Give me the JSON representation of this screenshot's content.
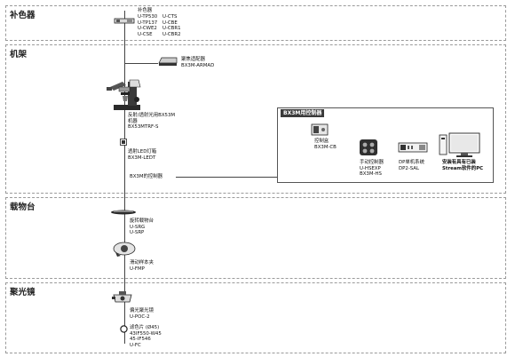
{
  "sections": {
    "compensator": "补色器",
    "frame": "机架",
    "stage": "载物台",
    "condenser": "聚光镜"
  },
  "compensator": {
    "name": "补色器",
    "codes": [
      "U-TP530",
      "U-CTS",
      "U-TP137",
      "U-CBE",
      "U-CWE2",
      "U-CBR1",
      "U-CSE",
      "U-CBR2"
    ]
  },
  "frame": {
    "adapter": {
      "name": "聚焦适配器",
      "model": "BX3M-ARMAD"
    },
    "microscope": {
      "name1": "反射/透射光用BX53M",
      "name2": "机器",
      "model": "BX53MTRF-S"
    },
    "led": {
      "name": "透射LED灯箱",
      "model": "BX3M-LEDT"
    },
    "controller_link": "BX3M的控制器"
  },
  "controller": {
    "title": "BX3M用控制器",
    "box": {
      "name": "控制盒",
      "model": "BX3M-CB"
    },
    "hand": {
      "name": "手动控制器",
      "model1": "U-HSEXP",
      "model2": "BX3M-HS"
    },
    "dp": {
      "name": "DP单机系统",
      "model": "DP2-SAL"
    },
    "pc": {
      "line1": "安装有具有已装",
      "line2": "Stream软件的PC"
    }
  },
  "stage": {
    "rotating": {
      "name": "旋转载物台",
      "model1": "U-SRG",
      "model2": "U-SRP"
    },
    "holder": {
      "name": "滑动样本夹",
      "model": "U-FMP"
    }
  },
  "condenser": {
    "cond": {
      "name": "偏光聚光镜",
      "model": "U-POC-2"
    },
    "filter": {
      "name": "滤色片 (Ø45)",
      "model1": "43IF550-W45",
      "model2": "45-IF546",
      "model3": "U-FC"
    }
  }
}
